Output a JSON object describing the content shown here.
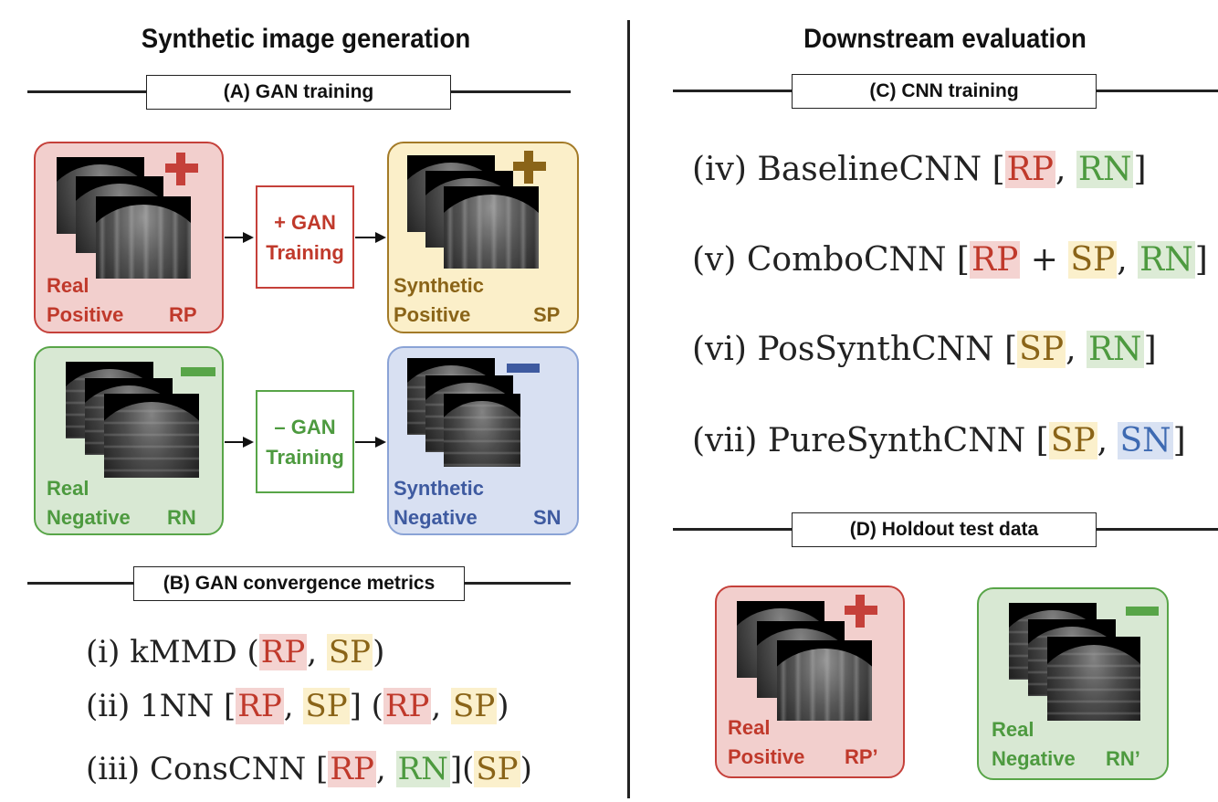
{
  "headings": {
    "left": "Synthetic image generation",
    "right": "Downstream evaluation"
  },
  "sections": {
    "a": "(A) GAN training",
    "b": "(B) GAN convergence metrics",
    "c": "(C) CNN training",
    "d": "(D) Holdout test data"
  },
  "panels": {
    "rp": {
      "line1": "Real",
      "line2": "Positive",
      "abbr": "RP"
    },
    "sp": {
      "line1": "Synthetic",
      "line2": "Positive",
      "abbr": "SP"
    },
    "rn": {
      "line1": "Real",
      "line2": "Negative",
      "abbr": "RN"
    },
    "sn": {
      "line1": "Synthetic",
      "line2": "Negative",
      "abbr": "SN"
    },
    "rp_holdout": {
      "line1": "Real",
      "line2": "Positive",
      "abbr": "RP’"
    },
    "rn_holdout": {
      "line1": "Real",
      "line2": "Negative",
      "abbr": "RN’"
    }
  },
  "gan_boxes": {
    "positive": "+ GAN\nTraining",
    "negative": "– GAN\nTraining"
  },
  "metrics": {
    "i": {
      "prefix": "(i) kMMD  (",
      "t1": "RP",
      "sep1": ", ",
      "t2": "SP",
      "suffix": ")"
    },
    "ii": {
      "prefix": "(ii) 1NN [",
      "t1": "RP",
      "sep1": ", ",
      "t2": "SP",
      "mid": "] (",
      "t3": "RP",
      "sep2": ", ",
      "t4": "SP",
      "suffix": ")"
    },
    "iii": {
      "prefix": "(iii) ConsCNN [",
      "t1": "RP",
      "sep1": ", ",
      "t2": "RN",
      "mid": "](",
      "t3": "SP",
      "suffix": ")"
    }
  },
  "cnns": {
    "iv": {
      "prefix": "(iv) BaselineCNN [",
      "t1": "RP",
      "sep1": ", ",
      "t2": "RN",
      "suffix": "]"
    },
    "v": {
      "prefix": "(v) ComboCNN [",
      "t1": "RP",
      "sep1": " + ",
      "t2": "SP",
      "sep2": ", ",
      "t3": "RN",
      "suffix": "]"
    },
    "vi": {
      "prefix": "(vi) PosSynthCNN [",
      "t1": "SP",
      "sep1": ", ",
      "t2": "RN",
      "suffix": "]"
    },
    "vii": {
      "prefix": "(vii) PureSynthCNN [",
      "t1": "SP",
      "sep1": ", ",
      "t2": "SN",
      "suffix": "]"
    }
  },
  "colors": {
    "red": "#c0392b",
    "green": "#4d9a3f",
    "gold": "#8a6418",
    "blue": "#3e5aa0"
  },
  "icons": {
    "plus": "plus-icon",
    "minus": "minus-icon",
    "ultrasound": "ultrasound-image-icon"
  }
}
